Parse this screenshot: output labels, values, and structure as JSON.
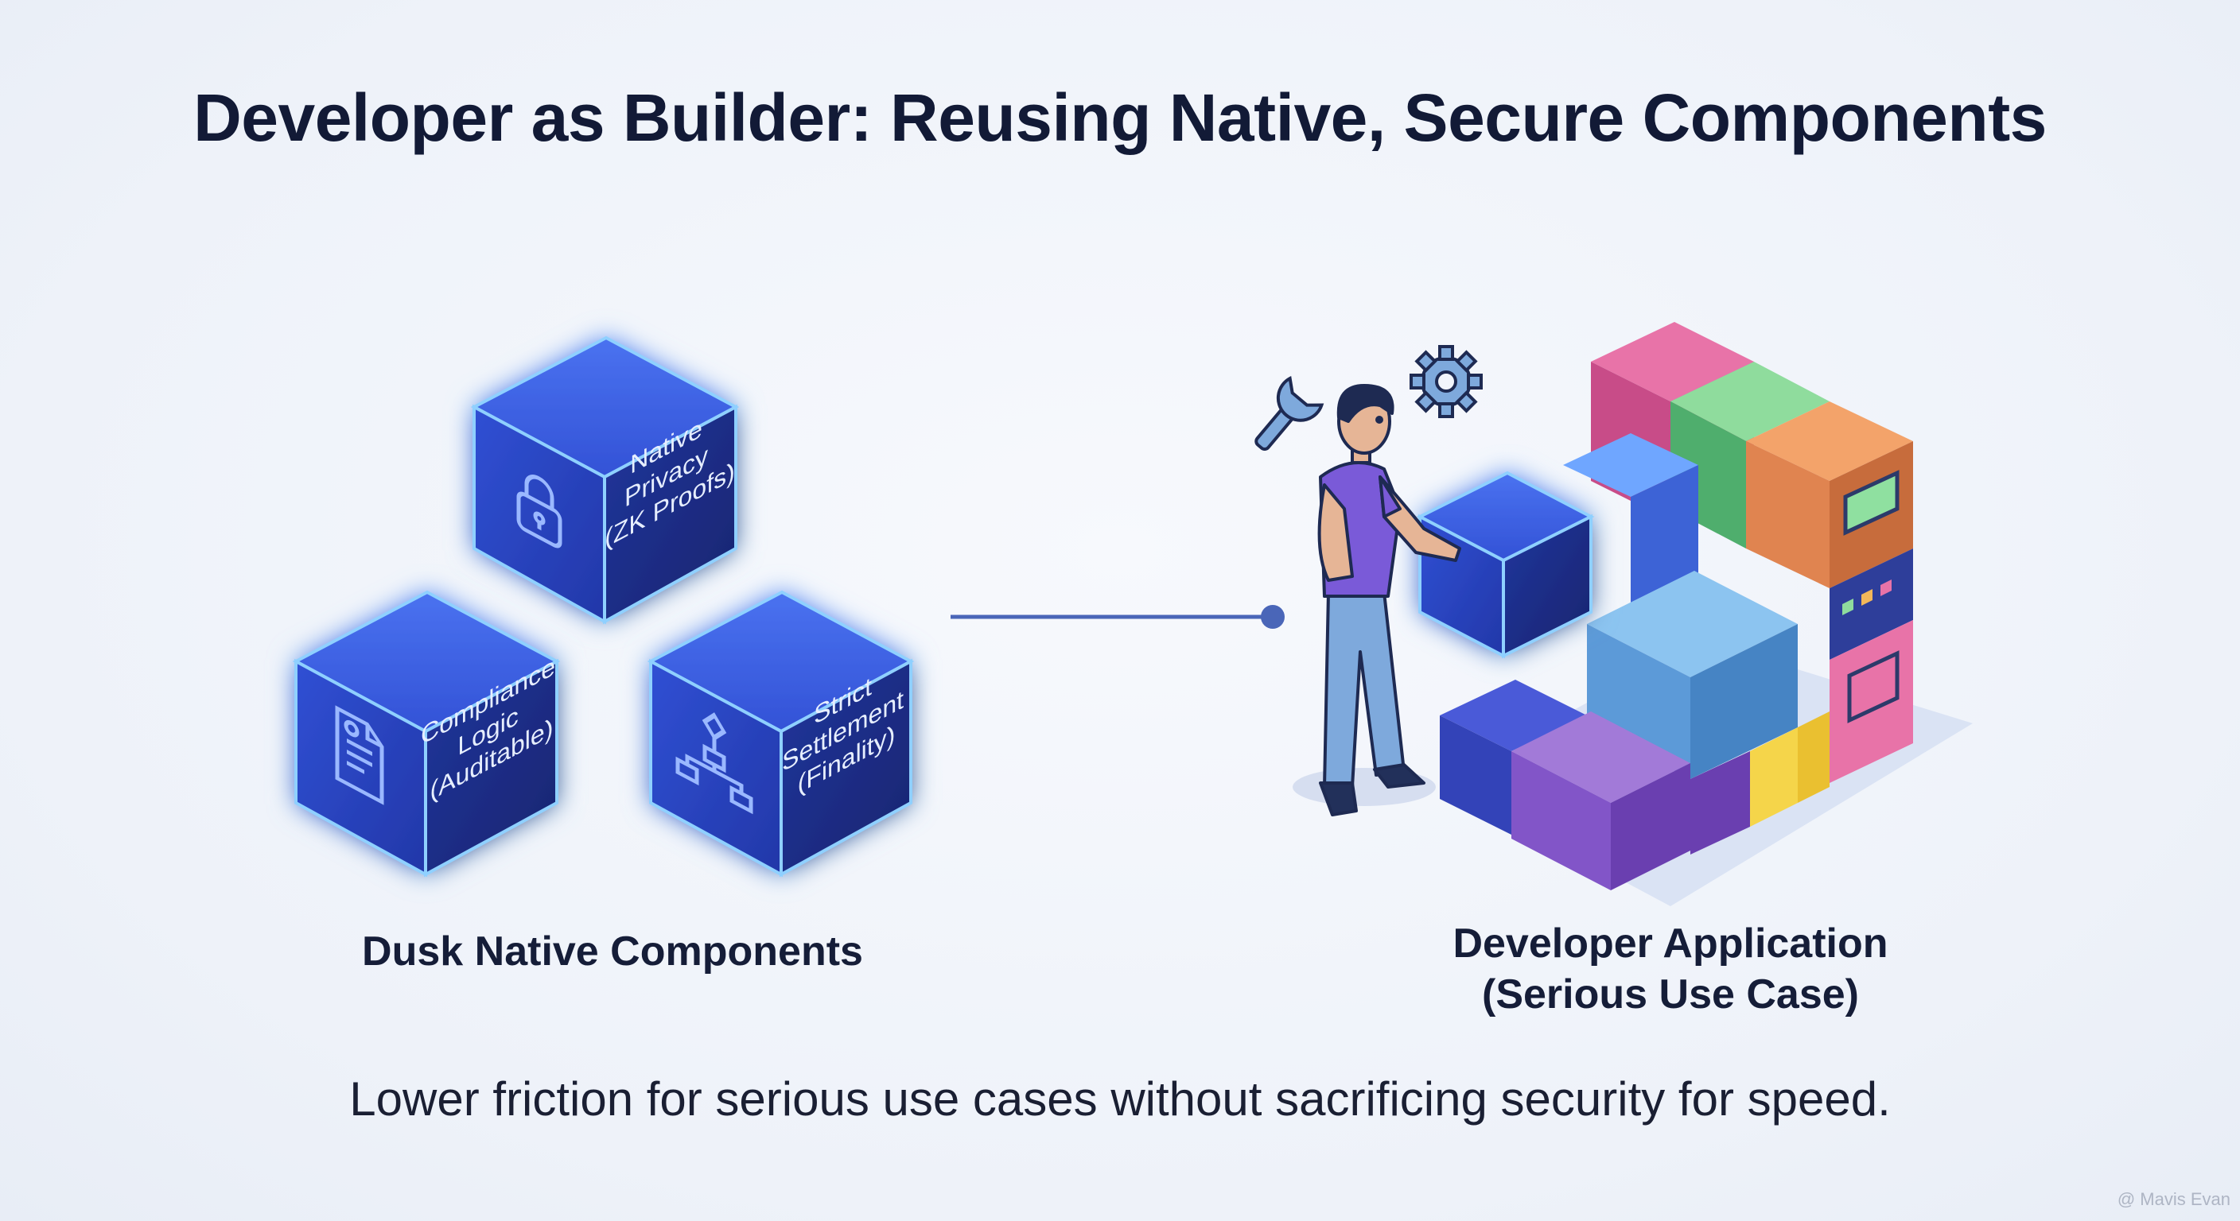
{
  "title": "Developer as Builder: Reusing Native, Secure Components",
  "native_components": {
    "label": "Dusk Native Components",
    "blocks": [
      {
        "id": "privacy",
        "icon": "padlock-icon",
        "lines": [
          "Native",
          "Privacy",
          "(ZK Proofs)"
        ]
      },
      {
        "id": "compliance",
        "icon": "document-icon",
        "lines": [
          "Compliance",
          "Logic",
          "(Auditable)"
        ]
      },
      {
        "id": "settlement",
        "icon": "flowchart-icon",
        "lines": [
          "Strict",
          "Settlement",
          "(Finality)"
        ]
      }
    ]
  },
  "developer_application": {
    "label_line1": "Developer Application",
    "label_line2": "(Serious Use Case)"
  },
  "tagline": "Lower friction for serious use cases without sacrificing security for speed.",
  "watermark": "@ Mavis Evan",
  "colors": {
    "title": "#121a36",
    "cube_glow": "#4fb0ff",
    "cube_top": "#3a5ee0",
    "cube_left": "#2a44c2",
    "cube_right": "#1d2f93",
    "connector": "#4a66b8"
  }
}
